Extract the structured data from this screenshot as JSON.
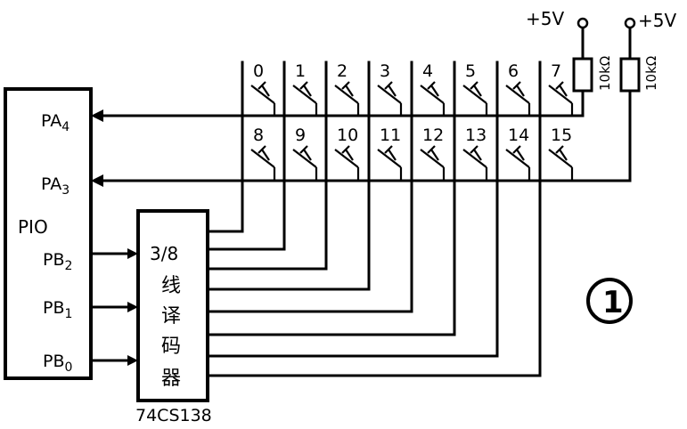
{
  "pio": {
    "pa4": "PA4",
    "pa3": "PA3",
    "title": "PIO",
    "pb2": "PB2",
    "pb1": "PB1",
    "pb0": "PB0"
  },
  "decoder": {
    "line1": "3/8",
    "line2": "线",
    "line3": "译",
    "line4": "码",
    "line5": "器",
    "part": "74CS138"
  },
  "keys": {
    "top": [
      "0",
      "1",
      "2",
      "3",
      "4",
      "5",
      "6",
      "7"
    ],
    "bottom": [
      "8",
      "9",
      "10",
      "11",
      "12",
      "13",
      "14",
      "15"
    ]
  },
  "power": {
    "supply_left": "+5V",
    "supply_right": "+5V",
    "resistor_left": "10kΩ",
    "resistor_right": "10kΩ"
  },
  "figure_number": "1"
}
